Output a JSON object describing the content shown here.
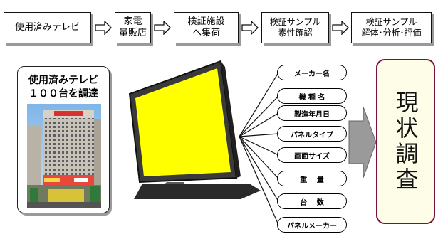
{
  "flow": {
    "steps": [
      {
        "label": "使用済みテレビ"
      },
      {
        "label": "家電\n量販店"
      },
      {
        "label": "検証施設\nへ集荷"
      },
      {
        "label": "検証サンプル\n素性確認"
      },
      {
        "label": "検証サンプル\n解体･分析･評価"
      }
    ]
  },
  "procurement": {
    "title_line1": "使用済みテレビ",
    "title_line2": "１００台を調達"
  },
  "items": [
    {
      "label": "メーカー名"
    },
    {
      "label": "機 種 名"
    },
    {
      "label": "製造年月日"
    },
    {
      "label": "パネルタイプ"
    },
    {
      "label": "画面サイズ"
    },
    {
      "label": "重　 量"
    },
    {
      "label": "台　 数"
    },
    {
      "label": "パネルメーカー"
    }
  ],
  "result": {
    "label": "現状調査"
  },
  "colors": {
    "tv_screen": "#ffff00",
    "result_border": "#7a1040",
    "result_fill": "#fdfde8",
    "arrow_fill": "#9a9a9a"
  }
}
